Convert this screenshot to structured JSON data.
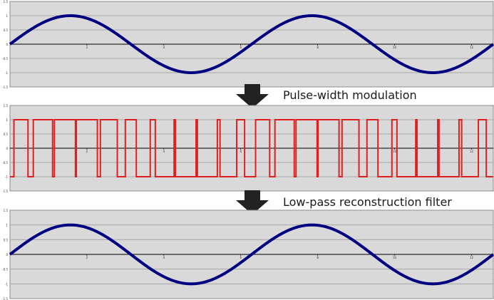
{
  "colors": {
    "panel_bg": "#d9d9d9",
    "grid": "#a6a6a6",
    "axis": "#000000",
    "sine": "#000080",
    "pwm": "#e02020",
    "arrow": "#222222"
  },
  "labels": {
    "pwm": "Pulse-width modulation",
    "filter": "Low-pass reconstruction filter"
  },
  "y_ticks": [
    "1.5",
    "1",
    "0.5",
    "0",
    "-0.5",
    "-1",
    "-1.5"
  ],
  "x_ticks": [
    "2",
    "4",
    "6",
    "8",
    "10",
    "12"
  ],
  "chart_data": [
    {
      "type": "line",
      "name": "input",
      "function": "sin",
      "xlim": [
        0,
        12.566
      ],
      "ylim": [
        -1.5,
        1.5
      ],
      "periods": 2,
      "amplitude": 1
    },
    {
      "type": "line",
      "name": "pwm",
      "xlim": [
        0,
        12.566
      ],
      "ylim": [
        -1.5,
        1.5
      ],
      "levels": [
        1,
        -1
      ],
      "pulses": 22
    },
    {
      "type": "line",
      "name": "output",
      "function": "sin",
      "xlim": [
        0,
        12.566
      ],
      "ylim": [
        -1.5,
        1.5
      ],
      "periods": 2,
      "amplitude": 1
    }
  ]
}
